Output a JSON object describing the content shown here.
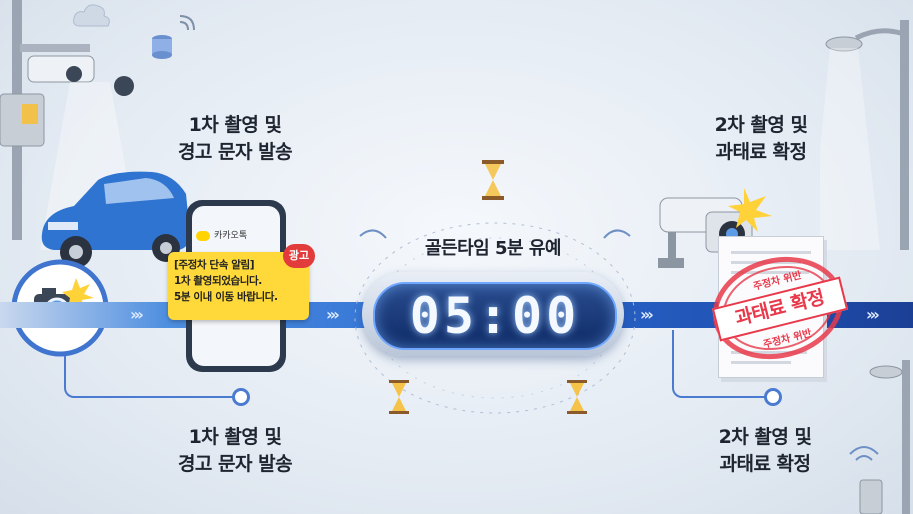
{
  "steps": {
    "first_top": [
      "1차 촬영 및",
      "경고 문자 발송"
    ],
    "second_top": [
      "2차 촬영 및",
      "과태료 확정"
    ],
    "first_bottom": [
      "1차 촬영 및",
      "경고 문자 발송"
    ],
    "second_bottom": [
      "2차 촬영 및",
      "과태료 확정"
    ]
  },
  "phone": {
    "app_name": "카카오톡",
    "ad_badge": "광고",
    "message_lines": [
      "[주정차 단속 알림]",
      "1차 촬영되었습니다.",
      "5분 이내 이동 바랍니다."
    ]
  },
  "timer": {
    "title": "골든타임 5분 유예",
    "value": "05:00"
  },
  "stamp": {
    "main": "과태료 확정",
    "top": "주정차 위반",
    "bottom": "주정차 위반"
  },
  "colors": {
    "timeline_blue": "#2f6fd4",
    "bubble_yellow": "#ffd93a",
    "stamp_red": "#e8394a",
    "car_blue": "#2f74d0"
  }
}
